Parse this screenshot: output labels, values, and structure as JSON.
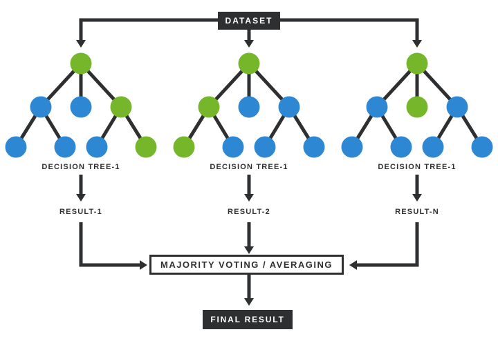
{
  "diagram_title": "Random Forest ensemble diagram",
  "colors": {
    "dark": "#2d2f31",
    "green": "#76b62b",
    "blue": "#2e87d3",
    "white": "#ffffff"
  },
  "dataset_label": "DATASET",
  "trees": [
    {
      "label": "DECISION TREE-1",
      "result_label": "RESULT-1",
      "node_colors": {
        "root": "green",
        "level2": [
          "blue",
          "blue",
          "green"
        ],
        "level3": [
          "blue",
          "blue",
          "blue",
          "green"
        ]
      }
    },
    {
      "label": "DECISION TREE-1",
      "result_label": "RESULT-2",
      "node_colors": {
        "root": "green",
        "level2": [
          "green",
          "blue",
          "blue"
        ],
        "level3": [
          "green",
          "blue",
          "blue",
          "blue"
        ]
      }
    },
    {
      "label": "DECISION TREE-1",
      "result_label": "RESULT-N",
      "node_colors": {
        "root": "green",
        "level2": [
          "blue",
          "green",
          "blue"
        ],
        "level3": [
          "blue",
          "blue",
          "blue",
          "blue"
        ]
      }
    }
  ],
  "voting_label": "MAJORITY VOTING / AVERAGING",
  "final_label": "FINAL RESULT"
}
